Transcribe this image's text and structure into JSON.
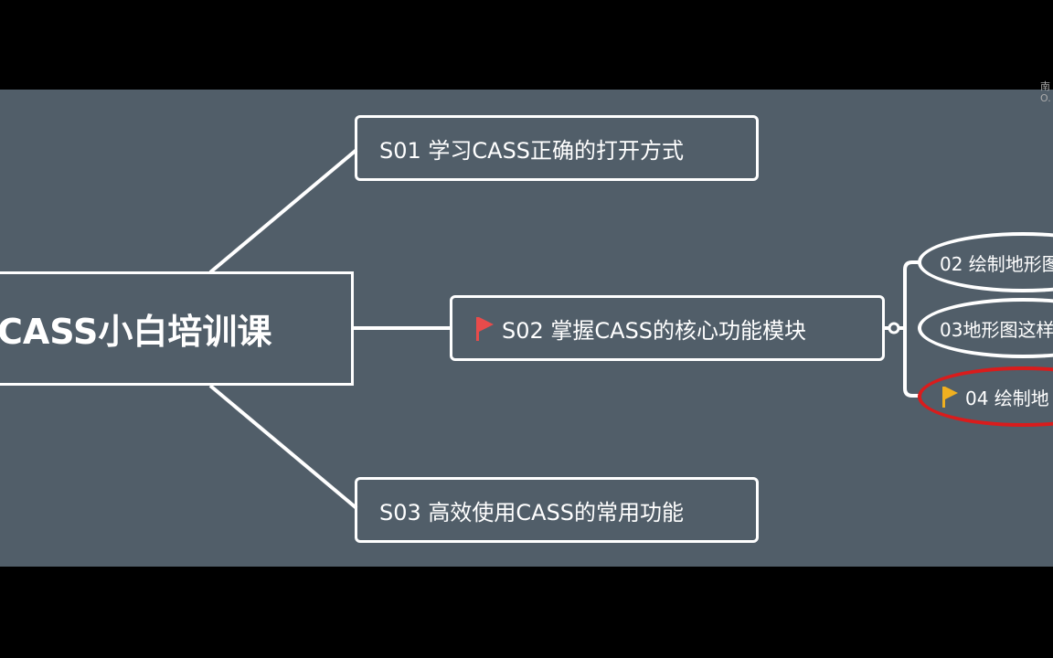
{
  "root": {
    "label": "CASS小白培训课"
  },
  "branches": [
    {
      "label": "S01 学习CASS正确的打开方式"
    },
    {
      "label": "S02 掌握CASS的核心功能模块",
      "flag_color": "#e84b4b"
    },
    {
      "label": "S03 高效使用CASS的常用功能"
    }
  ],
  "subtopics": [
    {
      "label": "02 绘制地形图"
    },
    {
      "label": "03地形图这样"
    },
    {
      "label": "04 绘制地",
      "flag_color": "#f0b020",
      "highlight_color": "#d91c1c"
    }
  ],
  "corner_text": [
    "南",
    "O."
  ],
  "colors": {
    "background": "#515e69",
    "line": "#ffffff"
  }
}
